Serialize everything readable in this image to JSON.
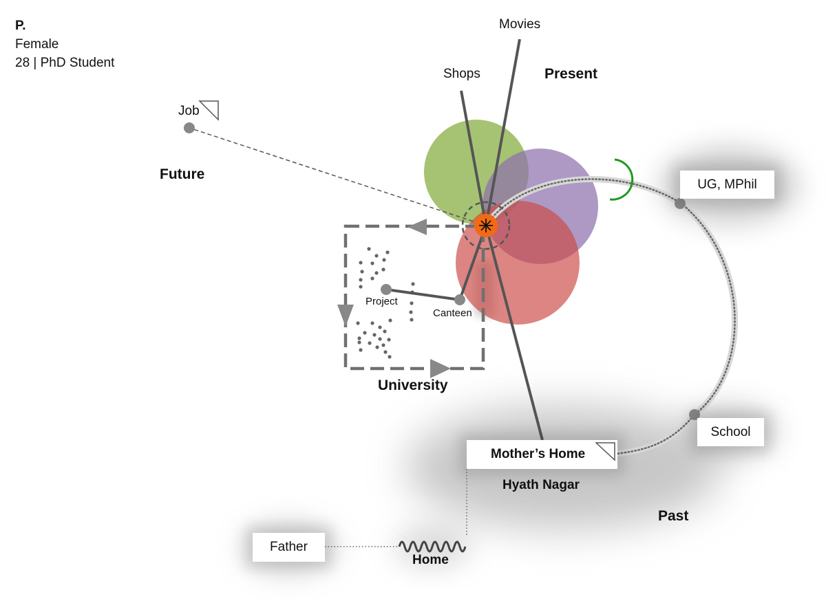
{
  "profile": {
    "name": "P.",
    "gender": "Female",
    "details": "28 | PhD Student"
  },
  "zones": {
    "present": "Present",
    "future": "Future",
    "past": "Past",
    "university": "University"
  },
  "places": {
    "movies": "Movies",
    "shops": "Shops",
    "job": "Job",
    "project": "Project",
    "canteen": "Canteen",
    "ug_mphil": "UG, MPhil",
    "school": "School",
    "mothers_home": "Mother’s Home",
    "hyath_nagar": "Hyath Nagar",
    "father": "Father",
    "home": "Home"
  },
  "colors": {
    "green_circle": "#8db24c",
    "purple_circle": "#8f72ad",
    "red_circle": "#cc4b48",
    "center_node": "#f26a13",
    "green_arc": "#1e9a1e",
    "line": "#555555"
  }
}
